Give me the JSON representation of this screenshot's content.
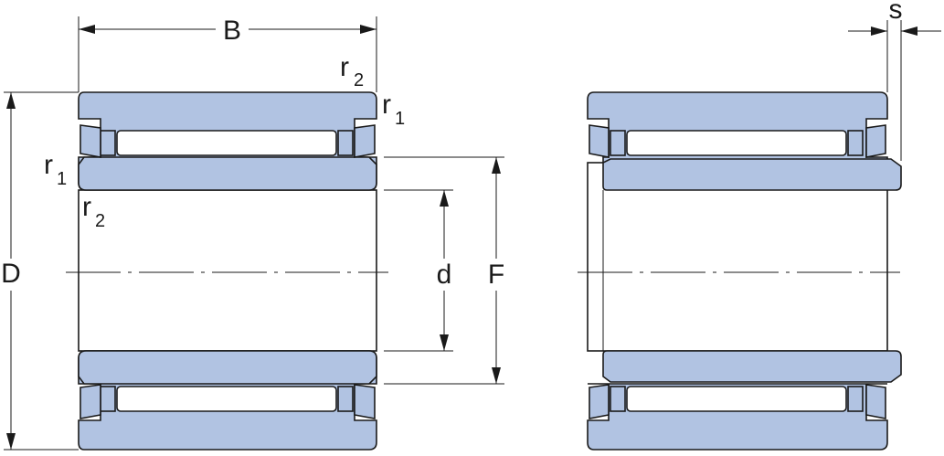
{
  "labels": {
    "B": "B",
    "D": "D",
    "d": "d",
    "F": "F",
    "s": "s",
    "r": "r",
    "sub1": "1",
    "sub2": "2"
  },
  "colors": {
    "ring_fill": "#b1c3e2",
    "outline": "#1a1a1a",
    "background": "#ffffff"
  }
}
